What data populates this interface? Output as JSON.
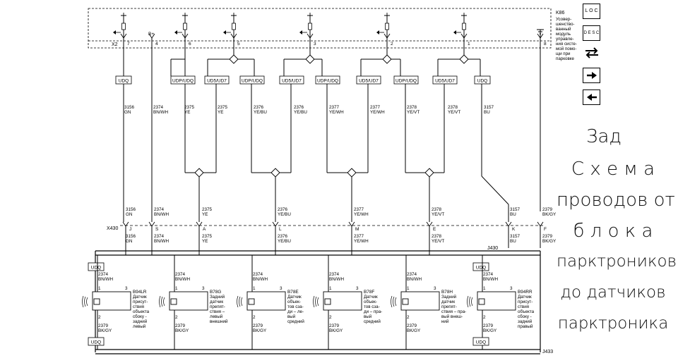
{
  "module": {
    "ref": "K86",
    "desc": [
      "Усовер-",
      "шенство-",
      "ванный",
      "модуль",
      "управле-",
      "ния систе-",
      "мой помо-",
      "щи при",
      "парковке"
    ]
  },
  "nav": {
    "loc_label": "L O C",
    "desc_label": "D E S C",
    "icons": [
      "swap-icon",
      "arrow-right-icon",
      "arrow-left-icon"
    ]
  },
  "caption": {
    "lines": [
      "Зад",
      "С х е м а",
      "проводов от",
      "б л о к а",
      "парктроников",
      "до датчиков",
      "парктроника"
    ]
  },
  "connectors": {
    "top": "X2",
    "mid": "X430",
    "bus_top": "J430",
    "bus_bottom": "J433"
  },
  "pins_top": [
    "7",
    "4",
    "6",
    "5",
    "3",
    "2",
    "1",
    "8"
  ],
  "pins_mid": [
    "J",
    "S",
    "A",
    "L",
    "M",
    "E",
    "K",
    "F"
  ],
  "bplus": "B+",
  "fuses": [
    "UDQ",
    "UDP/UDQ",
    "UD5/UD7",
    "UDP/UDQ",
    "UD5/UD7",
    "UDP/UDQ",
    "UD5/UD7",
    "UDP/UDQ",
    "UD5/UD7",
    "UDQ"
  ],
  "wires_top": [
    {
      "num": "3156",
      "color": "GN"
    },
    {
      "num": "2374",
      "color": "BN/WH"
    },
    {
      "num": "2375",
      "color": "YE"
    },
    {
      "num": "2375",
      "color": "YE"
    },
    {
      "num": "2376",
      "color": "YE/BU"
    },
    {
      "num": "2376",
      "color": "YE/BU"
    },
    {
      "num": "2377",
      "color": "YE/WH"
    },
    {
      "num": "2377",
      "color": "YE/WH"
    },
    {
      "num": "2378",
      "color": "YE/VT"
    },
    {
      "num": "2378",
      "color": "YE/VT"
    },
    {
      "num": "3157",
      "color": "BU"
    }
  ],
  "wires_mid": [
    {
      "num": "3156",
      "color": "GN"
    },
    {
      "num": "2374",
      "color": "BN/WH"
    },
    {
      "num": "2375",
      "color": "YE"
    },
    {
      "num": "2376",
      "color": "YE/BU"
    },
    {
      "num": "2377",
      "color": "YE/WH"
    },
    {
      "num": "2378",
      "color": "YE/VT"
    },
    {
      "num": "3157",
      "color": "BU"
    },
    {
      "num": "2379",
      "color": "BK/GY"
    }
  ],
  "sensor_wire_top": {
    "num": "2374",
    "color": "BN/WH"
  },
  "sensor_wire_bottom": {
    "num": "2379",
    "color": "BK/GY"
  },
  "sensor_pins": [
    "1",
    "3",
    "2"
  ],
  "sensor_fuse": "UDQ",
  "sensors": [
    {
      "ref": "B94LR",
      "lines": [
        "Датчик",
        "присут-",
        "ствия",
        "объекта",
        "сбоку -",
        "задний",
        "левый"
      ]
    },
    {
      "ref": "B78G",
      "lines": [
        "Задний",
        "датчик",
        "препят-",
        "ствия –",
        "левый",
        "внешний"
      ]
    },
    {
      "ref": "B78E",
      "lines": [
        "Датчик",
        "объек-",
        "тов сза-",
        "ди – ле-",
        "вый",
        "средний"
      ]
    },
    {
      "ref": "B78F",
      "lines": [
        "Датчик",
        "объек-",
        "тов сза-",
        "ди – пра-",
        "вый",
        "средний"
      ]
    },
    {
      "ref": "B78H",
      "lines": [
        "Задний",
        "датчик",
        "препят-",
        "ствия – пра-",
        "вый внеш-",
        "ний"
      ]
    },
    {
      "ref": "B94RR",
      "lines": [
        "Датчик",
        "присут-",
        "ствия",
        "объекта",
        "сбоку -",
        "задний",
        "правый"
      ]
    }
  ]
}
